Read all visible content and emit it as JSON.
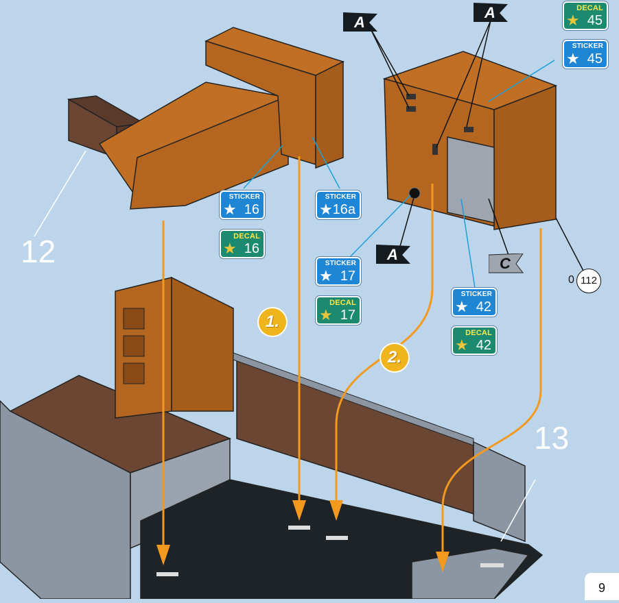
{
  "badges": {
    "sticker16": {
      "kind": "STICKER",
      "num": "16"
    },
    "decal16": {
      "kind": "DECAL",
      "num": "16"
    },
    "sticker16a": {
      "kind": "STICKER",
      "num": "16a"
    },
    "sticker17": {
      "kind": "STICKER",
      "num": "17"
    },
    "decal17": {
      "kind": "DECAL",
      "num": "17"
    },
    "sticker42": {
      "kind": "STICKER",
      "num": "42"
    },
    "decal42": {
      "kind": "DECAL",
      "num": "42"
    },
    "decal45": {
      "kind": "DECAL",
      "num": "45"
    },
    "sticker45": {
      "kind": "STICKER",
      "num": "45"
    }
  },
  "flags": {
    "a1": "A",
    "a2": "A",
    "a3": "A",
    "c": "C"
  },
  "parts": {
    "p12": "12",
    "p13": "13"
  },
  "steps": {
    "s1": "1.",
    "s2": "2."
  },
  "ref": {
    "qty": "0",
    "circle": "112"
  },
  "page": {
    "number": "9"
  },
  "colors": {
    "background": "#bcd5ea",
    "wood": "#b4651f",
    "dark_wood": "#6b4633",
    "floor": "#1e2327",
    "panel_gray": "#8c96a3",
    "arrow": "#f39a1e",
    "sticker": "#1f86d6",
    "decal": "#1b8a6e"
  }
}
